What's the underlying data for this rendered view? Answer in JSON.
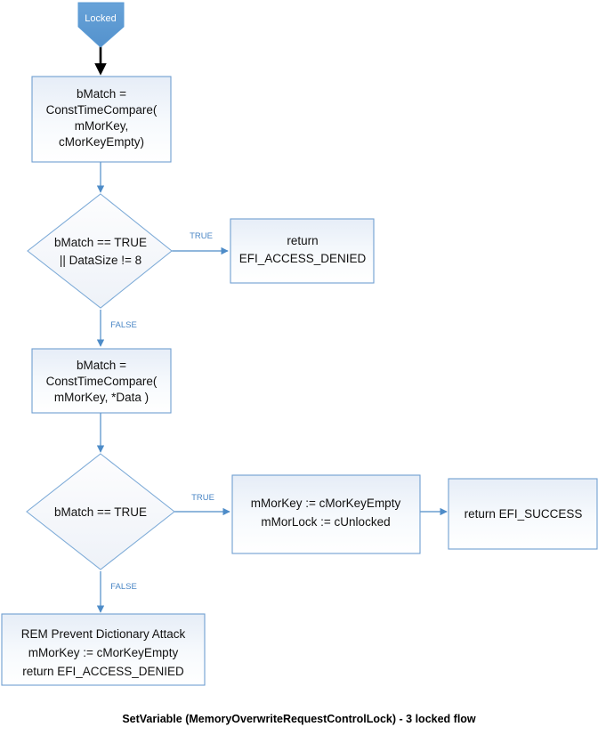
{
  "diagram": {
    "caption": "SetVariable (MemoryOverwriteRequestControlLock) - 3 locked flow",
    "colors": {
      "terminator_fill": "#5b9bd5",
      "terminator_text": "#ffffff",
      "box_border": "#6f9fd0",
      "box_fill_top": "#e8eef7",
      "box_fill_bottom": "#ffffff",
      "diamond_border": "#7facd8",
      "connector": "#4e8cc8",
      "connector_start": "#000000",
      "edge_label": "#4a86c5",
      "node_text": "#111111",
      "caption_text": "#000000"
    },
    "nodes": {
      "start": {
        "type": "terminator",
        "label": "Locked"
      },
      "process1": {
        "type": "process",
        "lines": [
          "bMatch =",
          "ConstTimeCompare(",
          "mMorKey,",
          "cMorKeyEmpty)"
        ]
      },
      "decision1": {
        "type": "decision",
        "lines": [
          "bMatch == TRUE",
          "|| DataSize != 8"
        ]
      },
      "return_denied_1": {
        "type": "process",
        "lines": [
          "return",
          "EFI_ACCESS_DENIED"
        ]
      },
      "process2": {
        "type": "process",
        "lines": [
          "bMatch =",
          "ConstTimeCompare(",
          "mMorKey, *Data )"
        ]
      },
      "decision2": {
        "type": "decision",
        "lines": [
          "bMatch == TRUE"
        ]
      },
      "unlock_process": {
        "type": "process",
        "lines": [
          "mMorKey := cMorKeyEmpty",
          "mMorLock := cUnlocked"
        ]
      },
      "return_success": {
        "type": "process",
        "lines": [
          "return EFI_SUCCESS"
        ]
      },
      "dictionary_attack_box": {
        "type": "process",
        "lines": [
          "REM Prevent Dictionary Attack",
          "mMorKey := cMorKeyEmpty",
          "return EFI_ACCESS_DENIED"
        ]
      }
    },
    "edges": {
      "start_to_process1": {
        "label": ""
      },
      "process1_to_decision1": {
        "label": ""
      },
      "decision1_true": {
        "label": "TRUE"
      },
      "decision1_false": {
        "label": "FALSE"
      },
      "process2_to_decision2": {
        "label": ""
      },
      "decision2_true": {
        "label": "TRUE"
      },
      "decision2_false": {
        "label": "FALSE"
      },
      "unlock_to_success": {
        "label": ""
      }
    }
  }
}
